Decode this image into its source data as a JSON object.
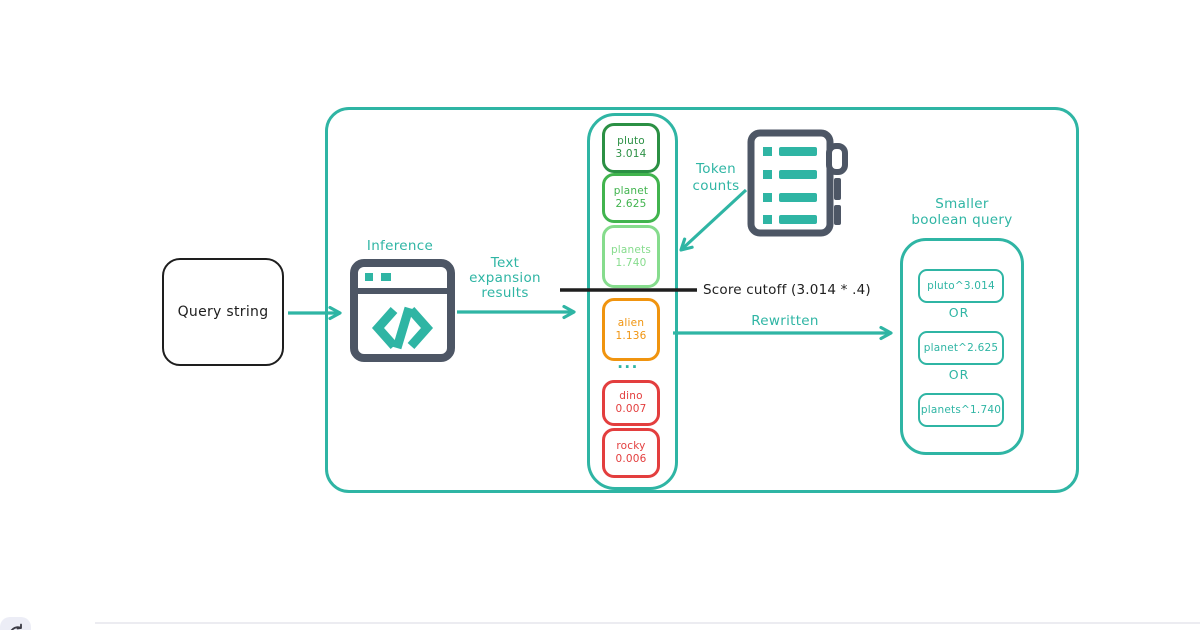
{
  "colors": {
    "teal": "#2fb5a4",
    "dark_green": "#2b9044",
    "green": "#41b44e",
    "light_green": "#86dc8d",
    "orange": "#f0940f",
    "red": "#e33e3e",
    "slate": "#4d5665",
    "ink": "#1e1e1e"
  },
  "query_box": {
    "label": "Query string"
  },
  "inference": {
    "label": "Inference",
    "icon": "code-window-icon"
  },
  "labels": {
    "text_expansion": {
      "lines": [
        "Text",
        "expansion",
        "results"
      ]
    },
    "token_counts": {
      "lines": [
        "Token",
        "counts"
      ],
      "icon": "token-list-document-icon"
    },
    "rewritten": "Rewritten"
  },
  "expansion_list": {
    "tokens": [
      {
        "term": "pluto",
        "score": "3.014",
        "color": "#2b9044",
        "status": "above-cutoff"
      },
      {
        "term": "planet",
        "score": "2.625",
        "color": "#41b44e",
        "status": "above-cutoff"
      },
      {
        "term": "planets",
        "score": "1.740",
        "color": "#86dc8d",
        "status": "above-cutoff"
      },
      {
        "term": "alien",
        "score": "1.136",
        "color": "#f0940f",
        "status": "below-cutoff"
      },
      {
        "term": "dino",
        "score": "0.007",
        "color": "#e33e3e",
        "status": "below-cutoff"
      },
      {
        "term": "rocky",
        "score": "0.006",
        "color": "#e33e3e",
        "status": "below-cutoff"
      }
    ],
    "ellipsis": "...",
    "cutoff_label": "Score cutoff (3.014 * .4)"
  },
  "boolean_query": {
    "title_lines": [
      "Smaller",
      "boolean query"
    ],
    "operator": "OR",
    "clauses": [
      "pluto^3.014",
      "planet^2.625",
      "planets^1.740"
    ]
  },
  "footer": {
    "tool_icon": "arrow-tool-icon"
  }
}
